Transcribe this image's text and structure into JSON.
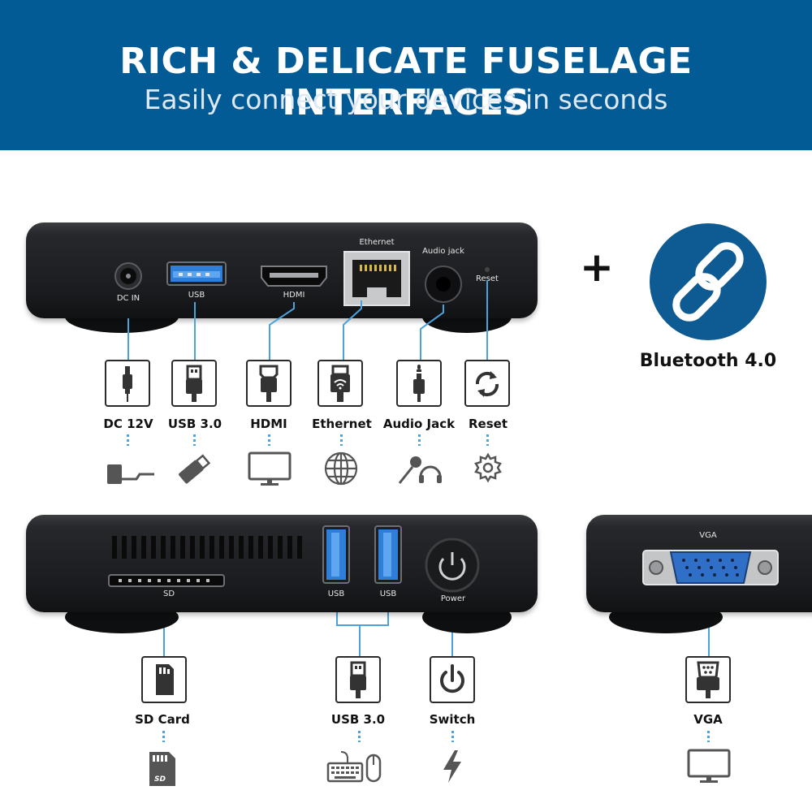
{
  "banner": {
    "title": "RICH & DELICATE FUSELAGE INTERFACES",
    "subtitle": "Easily connect your devices in seconds"
  },
  "top_device": {
    "ports": {
      "dc_in": "DC IN",
      "usb": "USB",
      "hdmi": "HDMI",
      "ethernet": "Ethernet",
      "audio": "Audio jack",
      "reset": "Reset"
    }
  },
  "top_labels": [
    "DC 12V",
    "USB 3.0",
    "HDMI",
    "Ethernet",
    "Audio Jack",
    "Reset"
  ],
  "plus": "+",
  "bluetooth": "Bluetooth 4.0",
  "bottom_device": {
    "ports": {
      "sd": "SD",
      "usb1": "USB",
      "usb2": "USB",
      "power": "Power"
    }
  },
  "vga_device": {
    "port": "VGA"
  },
  "bottom_labels": [
    "SD Card",
    "USB 3.0",
    "Switch",
    "VGA"
  ],
  "colors": {
    "banner": "#035b95",
    "accent_line": "#4aa3dc",
    "bluetooth_circle": "#0e5b93",
    "usb_blue": "#2f7fd8"
  },
  "icons": {
    "top_connectors": [
      "dc-plug-icon",
      "usb-plug-icon",
      "hdmi-plug-icon",
      "ethernet-plug-icon",
      "audio-plug-icon",
      "reset-arrows-icon"
    ],
    "top_devices": [
      "power-adapter-icon",
      "usb-flash-drive-icon",
      "monitor-icon",
      "globe-icon",
      "microphone-headphones-icon",
      "settings-gear-icon"
    ],
    "bluetooth": "link-chain-icon",
    "bottom_connectors": [
      "sd-card-icon",
      "usb-plug-icon",
      "power-button-icon",
      "vga-plug-icon"
    ],
    "bottom_devices": [
      "sd-card-icon",
      "keyboard-mouse-icon",
      "lightning-icon",
      "monitor-icon"
    ]
  }
}
